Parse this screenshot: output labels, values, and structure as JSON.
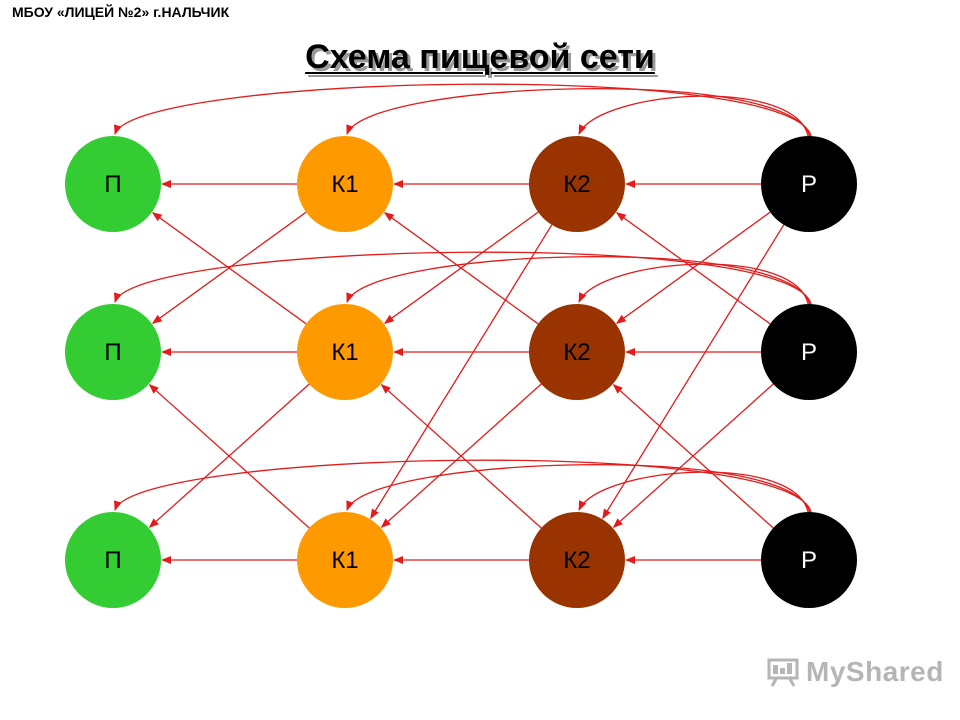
{
  "header": {
    "organization": "МБОУ «ЛИЦЕЙ №2» г.НАЛЬЧИК",
    "title": "Схема пищевой сети"
  },
  "diagram": {
    "node_labels": {
      "producer": "П",
      "consumer1": "К1",
      "consumer2": "К2",
      "decomposer": "Р"
    },
    "node_colors": {
      "producer": "#33cc33",
      "consumer1": "#ff9900",
      "consumer2": "#993300",
      "decomposer": "#000000"
    },
    "edge_color": "#e31b1b",
    "nodes": [
      {
        "id": "P1",
        "type": "producer"
      },
      {
        "id": "K1a",
        "type": "consumer1"
      },
      {
        "id": "K2a",
        "type": "consumer2"
      },
      {
        "id": "R1",
        "type": "decomposer"
      },
      {
        "id": "P2",
        "type": "producer"
      },
      {
        "id": "K1b",
        "type": "consumer1"
      },
      {
        "id": "K2b",
        "type": "consumer2"
      },
      {
        "id": "R2",
        "type": "decomposer"
      },
      {
        "id": "P3",
        "type": "producer"
      },
      {
        "id": "K1c",
        "type": "consumer1"
      },
      {
        "id": "K2c",
        "type": "consumer2"
      },
      {
        "id": "R3",
        "type": "decomposer"
      }
    ],
    "edges": [
      {
        "from": "K1a",
        "to": "P1"
      },
      {
        "from": "K2a",
        "to": "K1a"
      },
      {
        "from": "R1",
        "to": "K2a"
      },
      {
        "from": "K1b",
        "to": "P2"
      },
      {
        "from": "K2b",
        "to": "K1b"
      },
      {
        "from": "R2",
        "to": "K2b"
      },
      {
        "from": "K1c",
        "to": "P3"
      },
      {
        "from": "K2c",
        "to": "K1c"
      },
      {
        "from": "R3",
        "to": "K2c"
      },
      {
        "from": "K1a",
        "to": "P2"
      },
      {
        "from": "K1b",
        "to": "P1"
      },
      {
        "from": "K2a",
        "to": "K1b"
      },
      {
        "from": "K2b",
        "to": "K1a"
      },
      {
        "from": "R1",
        "to": "K2b"
      },
      {
        "from": "R2",
        "to": "K2a"
      },
      {
        "from": "K1b",
        "to": "P3"
      },
      {
        "from": "K1c",
        "to": "P2"
      },
      {
        "from": "K2b",
        "to": "K1c"
      },
      {
        "from": "K2c",
        "to": "K1b"
      },
      {
        "from": "R2",
        "to": "K2c"
      },
      {
        "from": "R3",
        "to": "K2b"
      },
      {
        "from": "K2a",
        "to": "K1c"
      },
      {
        "from": "R1",
        "to": "K2c"
      },
      {
        "from": "R1",
        "to": "P1",
        "curved": true
      },
      {
        "from": "R1",
        "to": "K1a",
        "curved": true
      },
      {
        "from": "R1",
        "to": "K2a",
        "curved": true
      },
      {
        "from": "R2",
        "to": "P2",
        "curved": true
      },
      {
        "from": "R2",
        "to": "K1b",
        "curved": true
      },
      {
        "from": "R2",
        "to": "K2b",
        "curved": true
      },
      {
        "from": "R3",
        "to": "P3",
        "curved": true
      },
      {
        "from": "R3",
        "to": "K1c",
        "curved": true
      },
      {
        "from": "R3",
        "to": "K2c",
        "curved": true
      }
    ]
  },
  "watermark": {
    "text": "MyShared",
    "icon": "projector-screen-icon"
  }
}
